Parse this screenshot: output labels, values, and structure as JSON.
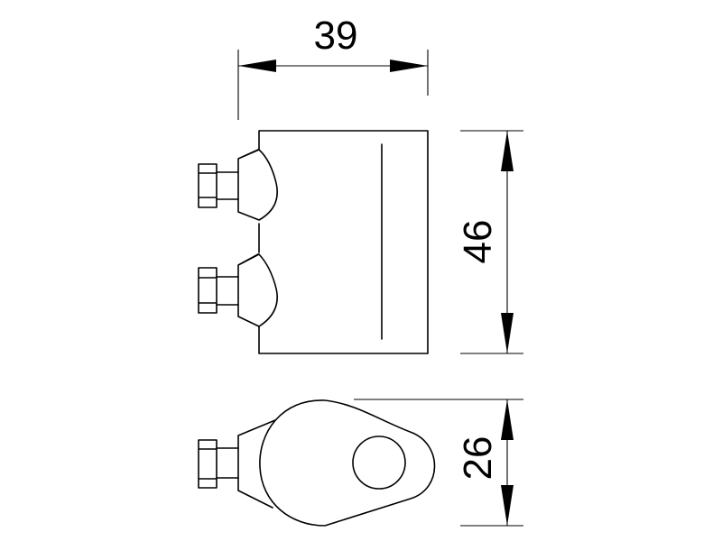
{
  "dimensions": {
    "width": "39",
    "height": "46",
    "depth": "26"
  }
}
